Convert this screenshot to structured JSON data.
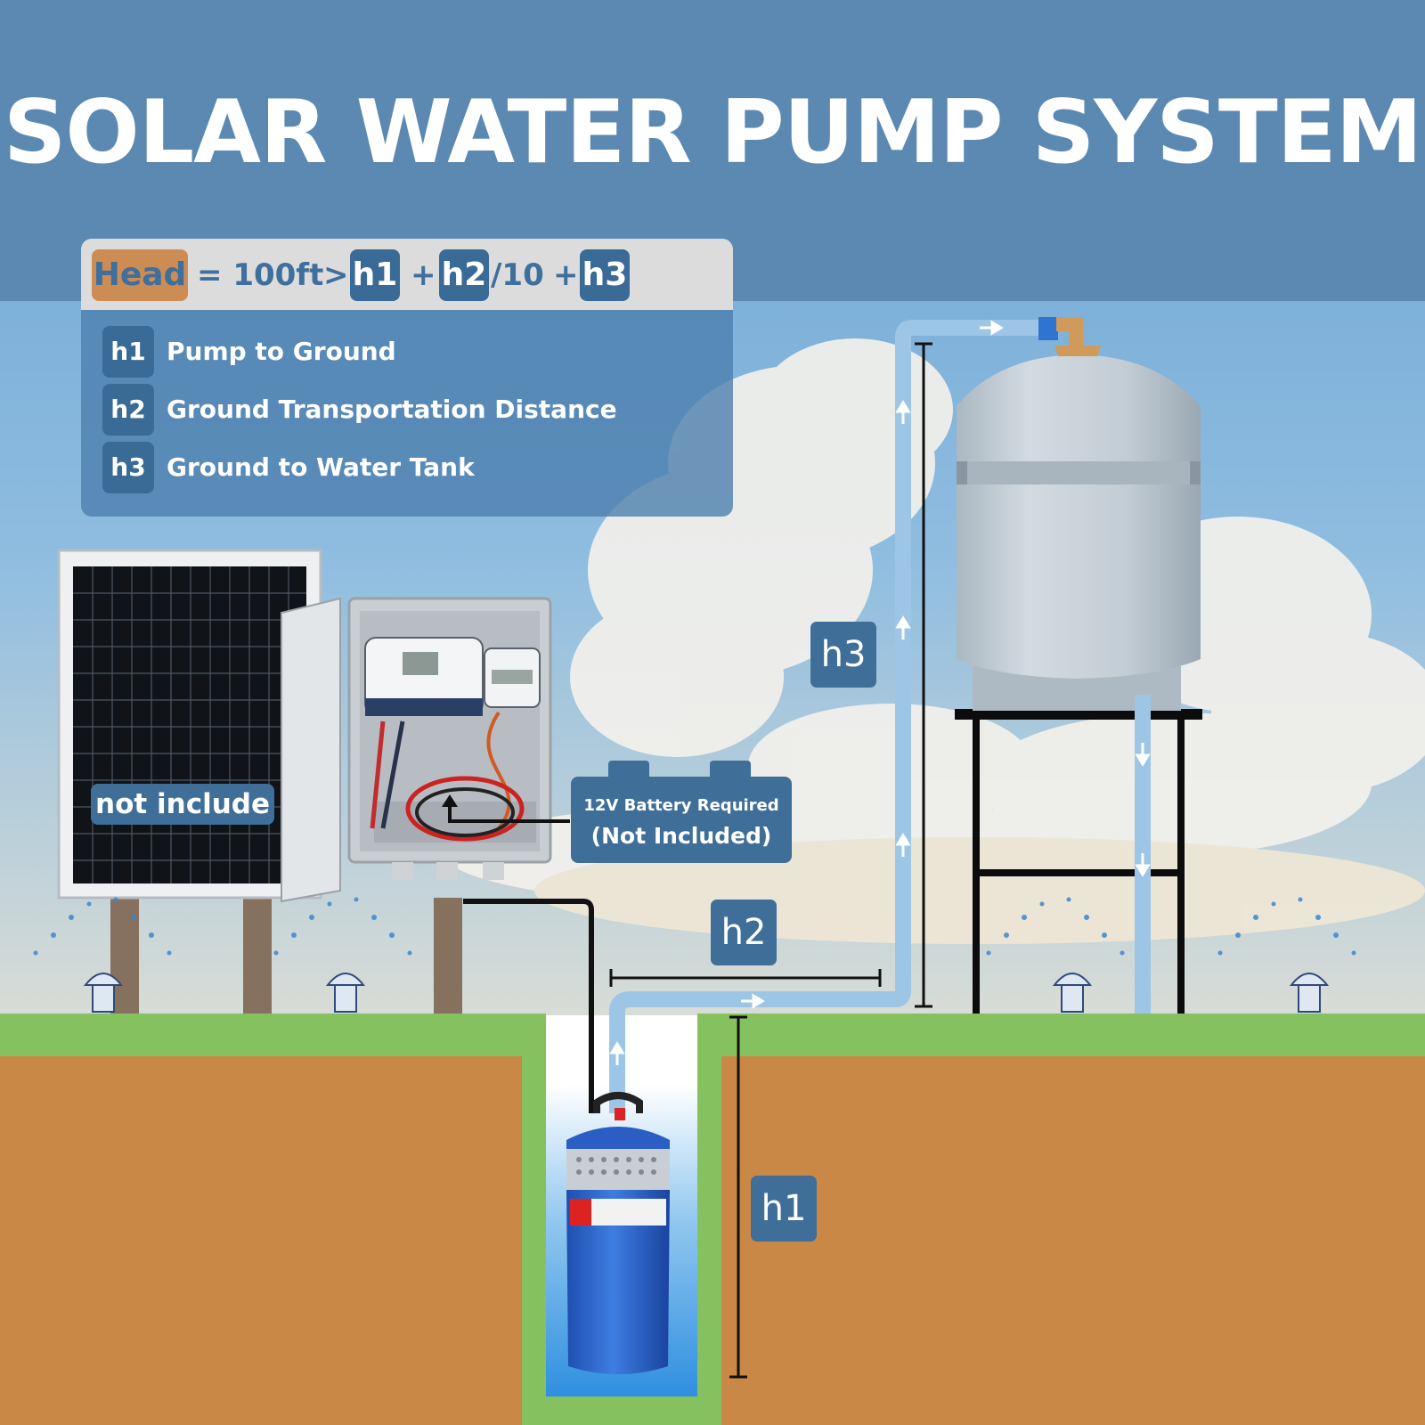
{
  "title": "SOLAR WATER PUMP SYSTEM",
  "formula": {
    "head": "Head",
    "equals": "= 100ft",
    "greater": ">",
    "h1": "h1",
    "plus1": "+",
    "h2": "h2",
    "div": "/10",
    "plus2": "+",
    "h3": "h3"
  },
  "legend": [
    {
      "key": "h1",
      "label": "Pump to Ground"
    },
    {
      "key": "h2",
      "label": "Ground Transportation Distance"
    },
    {
      "key": "h3",
      "label": "Ground to Water Tank"
    }
  ],
  "labels": {
    "not_include": "not include",
    "battery_line1": "12V Battery Required",
    "battery_line2": "(Not Included)",
    "h1": "h1",
    "h2": "h2",
    "h3": "h3"
  },
  "colors": {
    "sky_top": "#5b89b1",
    "grass": "#86c160",
    "soil": "#c98845",
    "pipe": "#9dc6e6",
    "label_blue": "#3f6f98",
    "head_tag": "#cc8c54"
  }
}
